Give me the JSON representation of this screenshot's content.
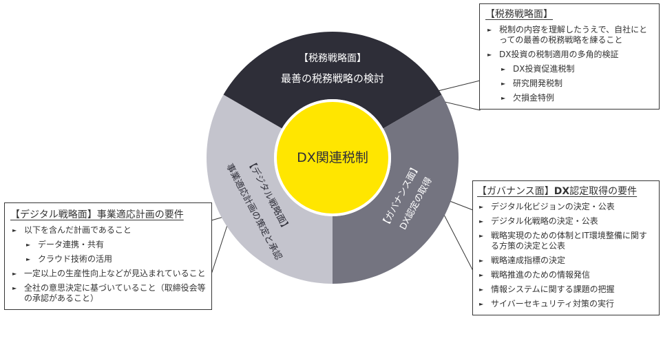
{
  "center": {
    "label": "DX関連税制",
    "color": "#ffe600"
  },
  "segments": [
    {
      "id": "tax",
      "title": "【税務戦略面】",
      "subtitle": "最善の税務戦略の検討",
      "color": "#2e2e38"
    },
    {
      "id": "governance",
      "title": "【ガバナンス面】",
      "subtitle": "DX認定の取得",
      "color": "#747480"
    },
    {
      "id": "digital",
      "title": "【デジタル戦略面】",
      "subtitle": "事業適応計画の策定と承認",
      "color": "#c4c4cd"
    }
  ],
  "boxes": {
    "tax": {
      "title": "【税務戦略面】",
      "items": [
        {
          "text": "税制の内容を理解したうえで、自社にとっての最善の税務戦略を練ること",
          "level": 1
        },
        {
          "text": "DX投資の税制適用の多角的検証",
          "level": 1
        },
        {
          "text": "DX投資促進税制",
          "level": 2
        },
        {
          "text": "研究開発税制",
          "level": 2
        },
        {
          "text": "欠損金特例",
          "level": 2
        }
      ]
    },
    "governance": {
      "title_prefix": "【ガバナンス面】",
      "title_strong": "DX",
      "title_suffix": "認定取得の要件",
      "items": [
        {
          "text": "デジタル化ビジョンの決定・公表",
          "level": 1
        },
        {
          "text": "デジタル化戦略の決定・公表",
          "level": 1
        },
        {
          "text": "戦略実現のための体制とIT環境整備に関する方策の決定と公表",
          "level": 1
        },
        {
          "text": "戦略達成指標の決定",
          "level": 1
        },
        {
          "text": "戦略推進のための情報発信",
          "level": 1
        },
        {
          "text": "情報システムに関する課題の把握",
          "level": 1
        },
        {
          "text": "サイバーセキュリティ対策の実行",
          "level": 1
        }
      ]
    },
    "digital": {
      "title": "【デジタル戦略面】事業適応計画の要件",
      "items": [
        {
          "text": "以下を含んだ計画であること",
          "level": 1
        },
        {
          "text": "データ連携・共有",
          "level": 2
        },
        {
          "text": "クラウド技術の活用",
          "level": 2
        },
        {
          "text": "一定以上の生産性向上などが見込まれていること",
          "level": 1
        },
        {
          "text": "全社の意思決定に基づいていること（取締役会等の承認があること）",
          "level": 1
        }
      ]
    }
  }
}
